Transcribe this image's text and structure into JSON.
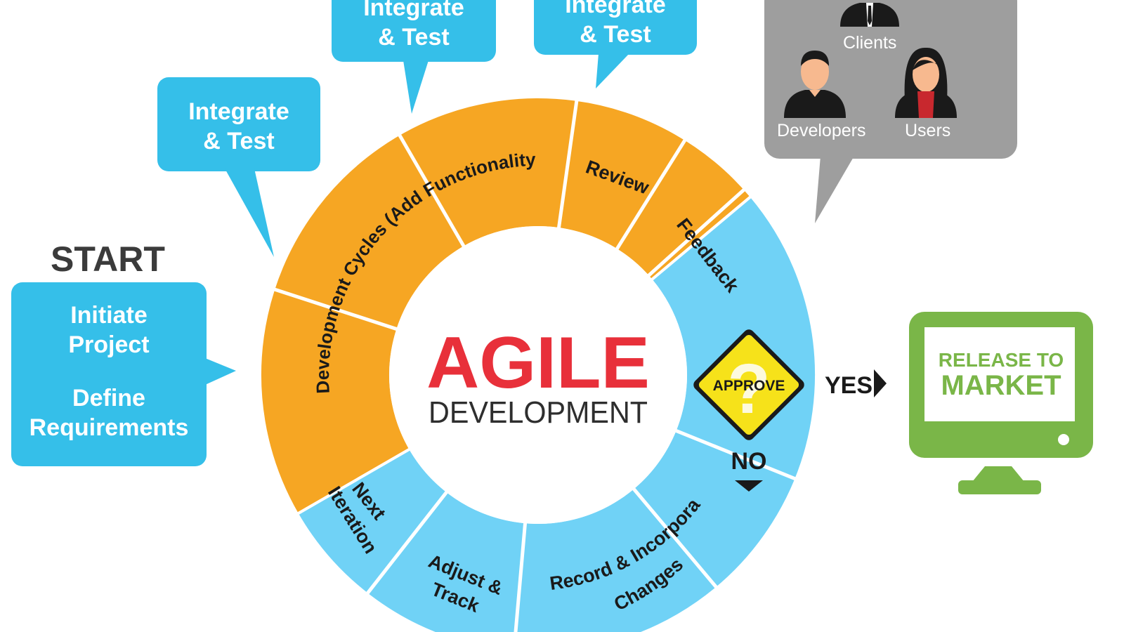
{
  "start": {
    "title": "START",
    "initiate_line1": "Initiate",
    "initiate_line2": "Project",
    "define_line1": "Define",
    "define_line2": "Requirements"
  },
  "bubbles": [
    {
      "line1": "Integrate",
      "line2": "& Test"
    },
    {
      "line1": "Integrate",
      "line2": "& Test"
    },
    {
      "line1": "Integrate",
      "line2": "& Test"
    }
  ],
  "wheel": {
    "development_cycles": "Development Cycles (Add Functionality)",
    "review": "Review",
    "feedback": "Feedback",
    "record_line1": "Record & Incorporate",
    "record_line2": "Changes",
    "adjust_line1": "Adjust &",
    "adjust_line2": "Track",
    "next_line1": "Next",
    "next_line2": "Iteration"
  },
  "center": {
    "title": "AGILE",
    "subtitle": "DEVELOPMENT"
  },
  "approve": {
    "label": "APPROVE",
    "symbol": "?",
    "yes": "YES",
    "no": "NO"
  },
  "people": {
    "clients": "Clients",
    "developers": "Developers",
    "users": "Users"
  },
  "release": {
    "line1": "RELEASE TO",
    "line2": "MARKET"
  },
  "colors": {
    "orange": "#f6a623",
    "light_blue": "#70d2f6",
    "bubble_blue": "#35bfe9",
    "red": "#e8303a",
    "green": "#7ab648",
    "gray": "#9e9e9e"
  }
}
